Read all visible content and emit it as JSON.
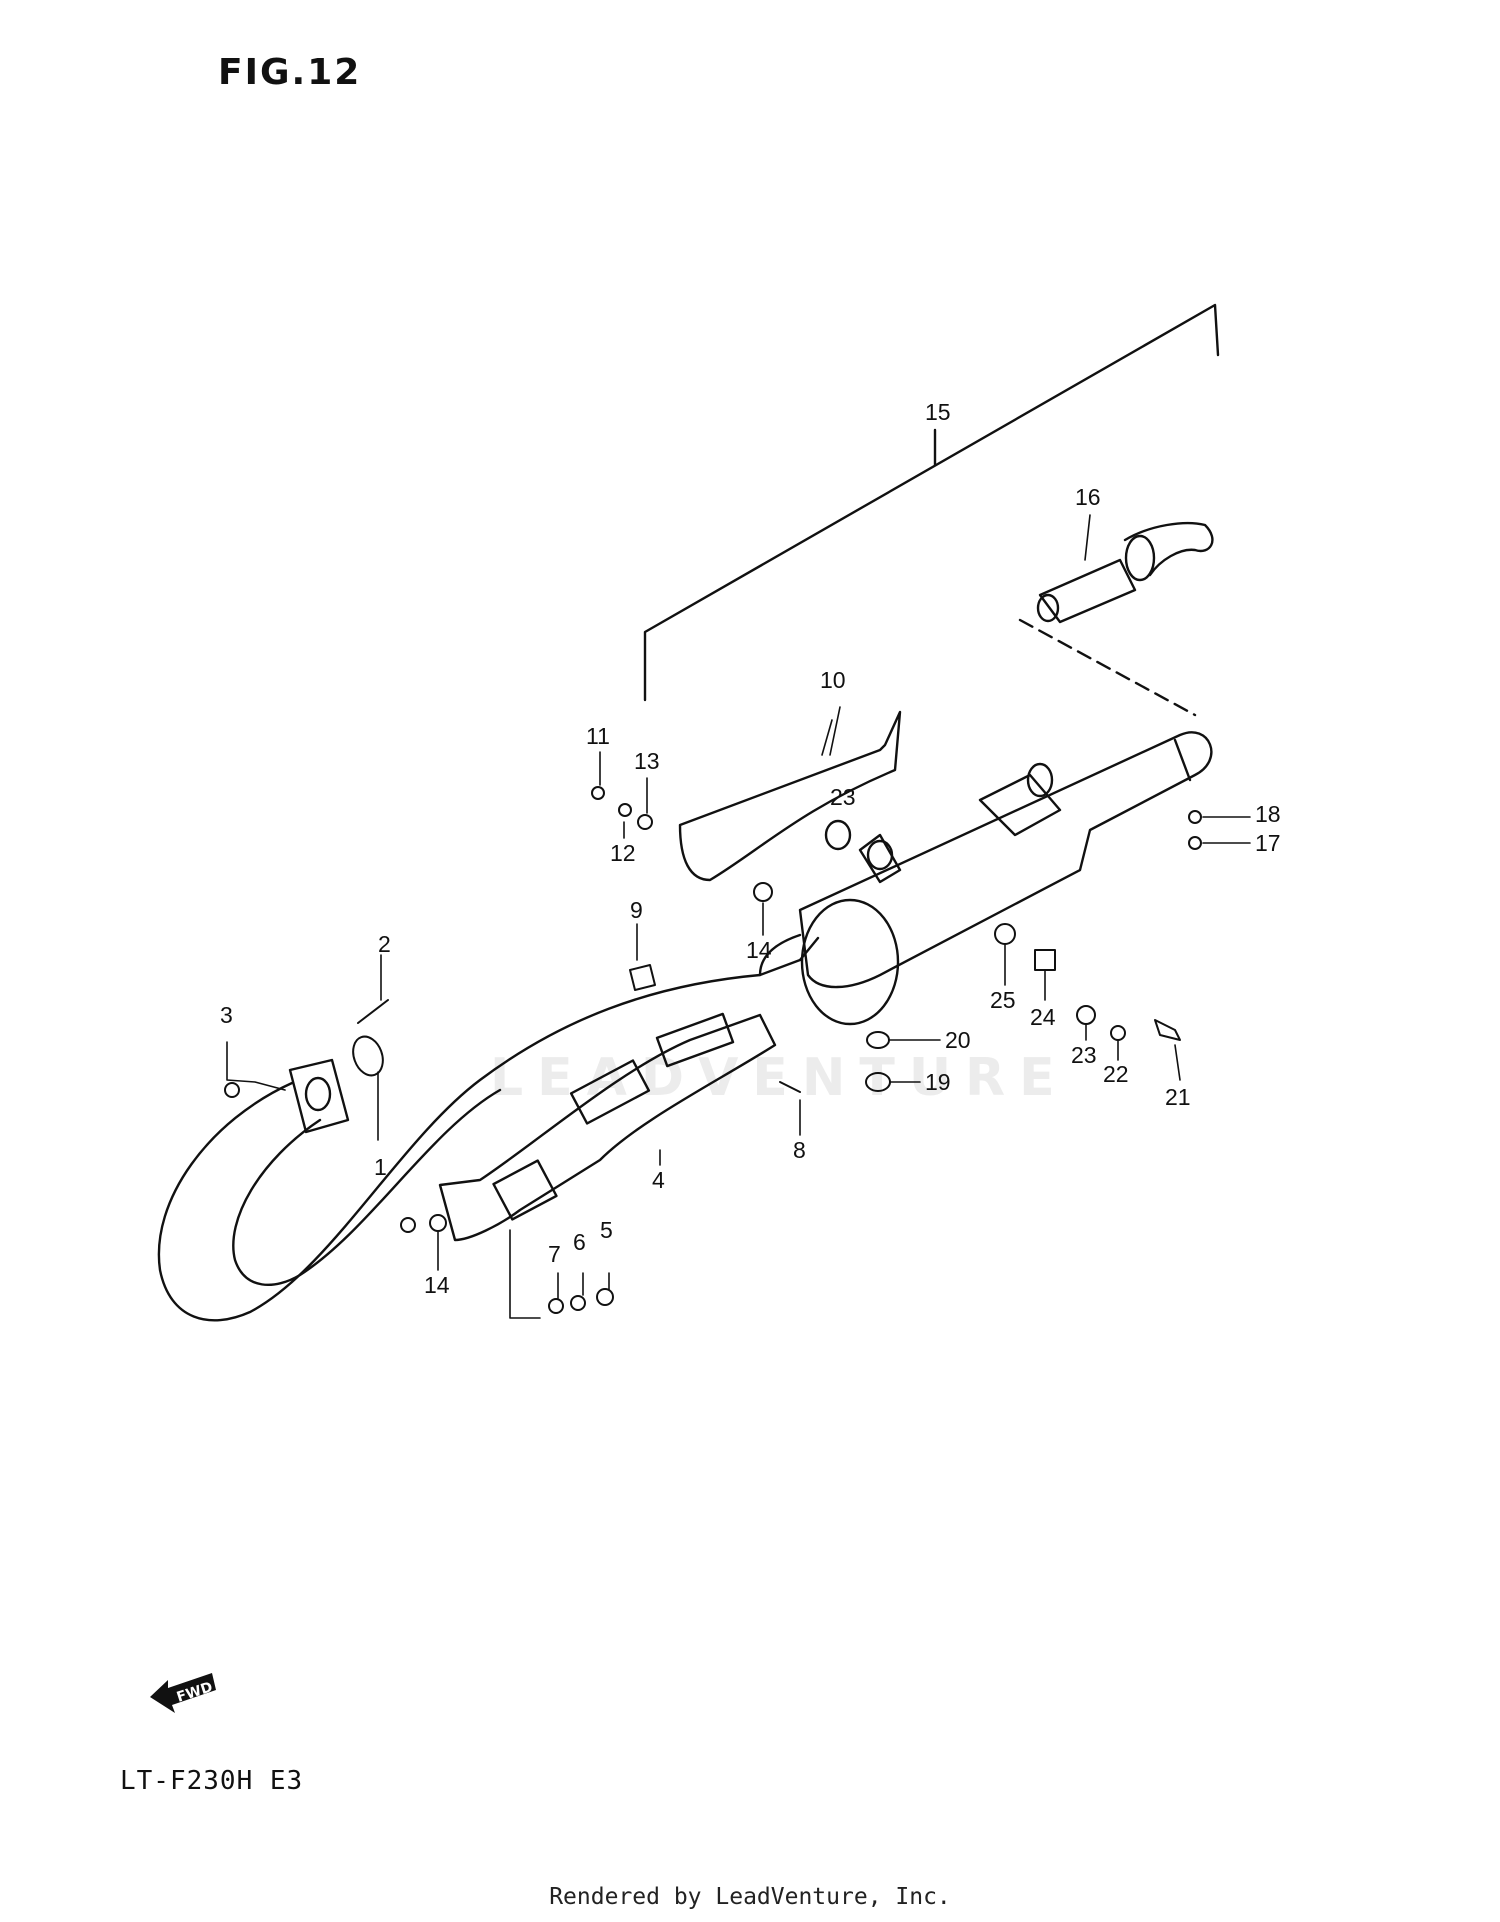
{
  "figure_title": "FIG.12",
  "model_code": "LT-F230H E3",
  "credit": "Rendered by LeadVenture, Inc.",
  "watermark": "LEADVENTURE",
  "fwd_arrow_label": "FWD",
  "callouts": {
    "c1": "1",
    "c2": "2",
    "c3": "3",
    "c4": "4",
    "c5": "5",
    "c6": "6",
    "c7": "7",
    "c8": "8",
    "c9": "9",
    "c10": "10",
    "c11": "11",
    "c12": "12",
    "c13": "13",
    "c14a": "14",
    "c14b": "14",
    "c15": "15",
    "c16": "16",
    "c17": "17",
    "c18": "18",
    "c19": "19",
    "c20": "20",
    "c21": "21",
    "c22": "22",
    "c23a": "23",
    "c23b": "23",
    "c24": "24",
    "c25": "25"
  }
}
